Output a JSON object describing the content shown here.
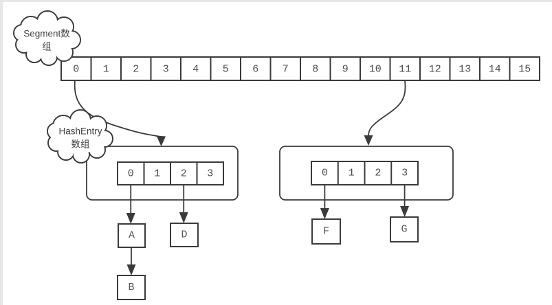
{
  "clouds": {
    "segment": {
      "line1": "Segment数",
      "line2": "组"
    },
    "hashentry": {
      "line1": "HashEntry",
      "line2": "数组"
    }
  },
  "segment_array": {
    "cells": [
      "0",
      "1",
      "2",
      "3",
      "4",
      "5",
      "6",
      "7",
      "8",
      "9",
      "10",
      "11",
      "12",
      "13",
      "14",
      "15"
    ]
  },
  "hash_arrays": {
    "left": {
      "cells": [
        "0",
        "1",
        "2",
        "3"
      ]
    },
    "right": {
      "cells": [
        "0",
        "1",
        "2",
        "3"
      ]
    }
  },
  "entry_nodes": {
    "a": "A",
    "b": "B",
    "d": "D",
    "f": "F",
    "g": "G"
  },
  "colors": {
    "stroke": "#3a3a3a",
    "text": "#4a4a4a",
    "background": "#ffffff",
    "frame_border": "#e7e5e5"
  }
}
